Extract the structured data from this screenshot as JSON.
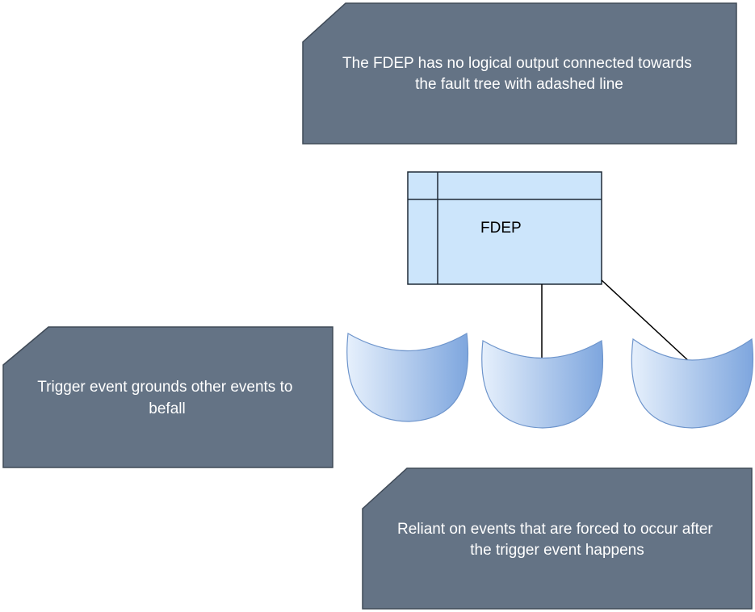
{
  "notes": {
    "top": {
      "lines": [
        "The FDEP has no logical output connected towards",
        "the fault tree with adashed line"
      ]
    },
    "left": {
      "lines": [
        "Trigger event grounds other events to",
        "befall"
      ]
    },
    "bottom": {
      "lines": [
        "Reliant on events that are forced to occur after",
        "the trigger event happens"
      ]
    }
  },
  "gate": {
    "label": "FDEP"
  },
  "colors": {
    "note_fill": "#647385",
    "note_stroke": "#3f4a57",
    "note_text": "#ffffff",
    "gate_fill": "#cce5fb",
    "gate_stroke": "#1e2a36",
    "event_gradient_light": "#e6f0fc",
    "event_gradient_dark": "#7ea6de",
    "event_stroke": "#6e95cc",
    "connector": "#000000"
  }
}
